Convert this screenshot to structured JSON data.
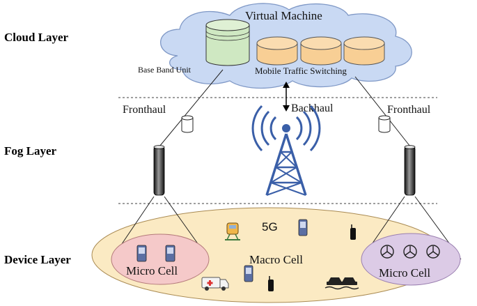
{
  "layers": {
    "cloud": "Cloud Layer",
    "fog": "Fog Layer",
    "device": "Device Layer"
  },
  "cloud": {
    "title": "Virtual Machine",
    "bbu_label": "Base Band Unit",
    "mts_label": "Mobile Traffic Switching"
  },
  "links": {
    "fronthaul_left": "Fronthaul",
    "fronthaul_right": "Fronthaul",
    "backhaul": "Backhaul"
  },
  "device": {
    "tech_label": "5G",
    "macro_label": "Macro Cell",
    "micro_left_label": "Micro Cell",
    "micro_right_label": "Micro Cell"
  },
  "colors": {
    "cloud_fill": "#c9d9f3",
    "bbu_fill": "#cfe8c2",
    "mts_fill": "#f8cf95",
    "macro_fill": "#fbeac3",
    "micro_left_fill": "#f5c9c9",
    "micro_right_fill": "#dccbe6"
  }
}
